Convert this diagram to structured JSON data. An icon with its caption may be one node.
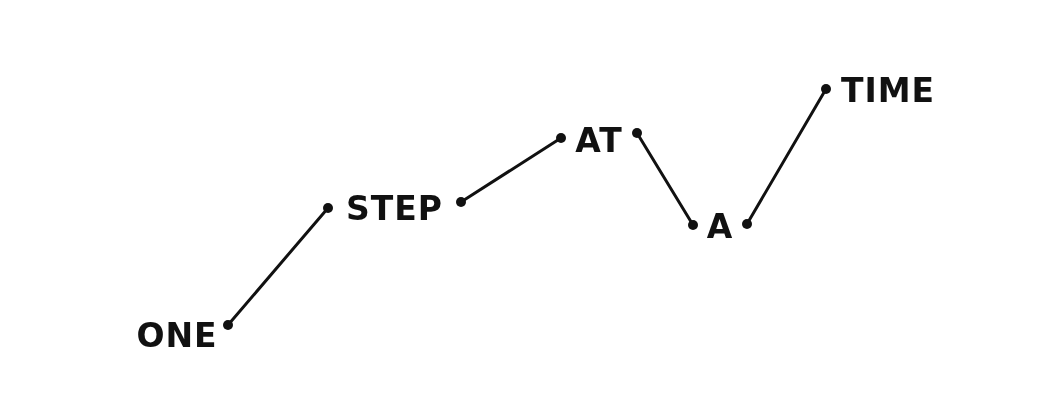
{
  "diagram": {
    "nodes": [
      {
        "text": [
          "ONE"
        ]
      },
      {
        "text": [
          "STEP"
        ]
      },
      {
        "text": [
          "AT"
        ]
      },
      {
        "text": [
          "A"
        ]
      },
      {
        "text": [
          "TIME"
        ]
      }
    ],
    "edges": [
      {
        "from": 0,
        "to": 1,
        "arrow": "other"
      },
      {
        "from": 1,
        "to": 2,
        "arrow": "other"
      },
      {
        "from": 2,
        "to": 3,
        "arrow": "other"
      },
      {
        "from": 3,
        "to": 4,
        "arrow": "other"
      }
    ]
  }
}
